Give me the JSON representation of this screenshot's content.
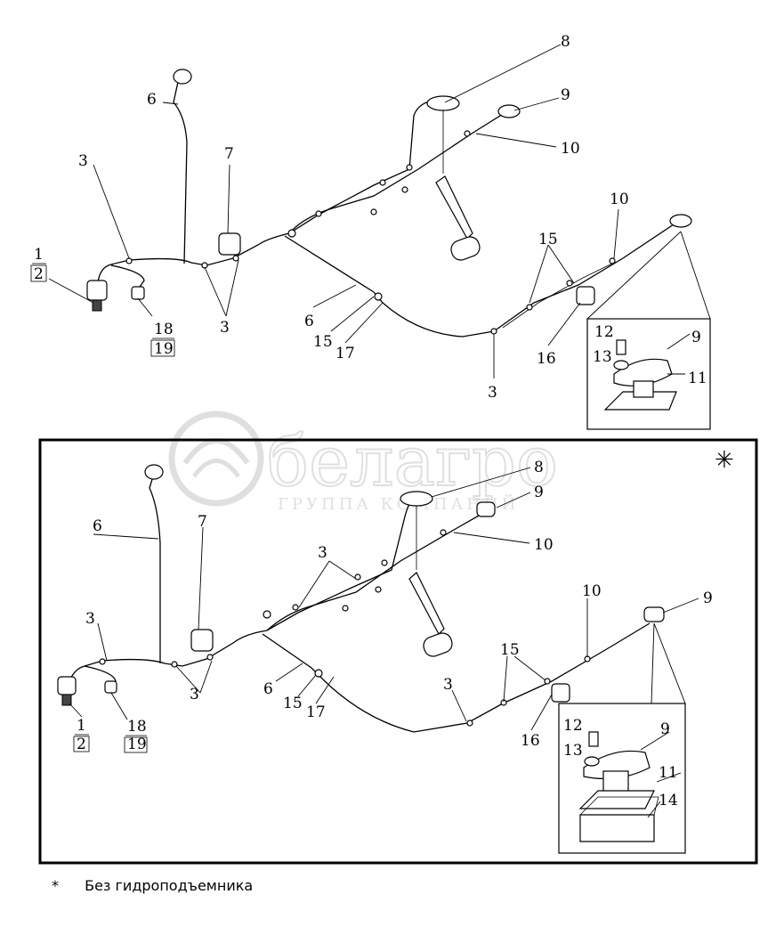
{
  "callouts_top": {
    "c1": "1",
    "c2": "2",
    "c3a": "3",
    "c3b": "3",
    "c3c": "3",
    "c6a": "6",
    "c6b": "6",
    "c7": "7",
    "c8": "8",
    "c9a": "9",
    "c9b": "9",
    "c10a": "10",
    "c10b": "10",
    "c11": "11",
    "c12": "12",
    "c13": "13",
    "c15a": "15",
    "c15b": "15",
    "c16": "16",
    "c17": "17",
    "c18": "18",
    "c19": "19"
  },
  "callouts_bottom": {
    "c1": "1",
    "c2": "2",
    "c3a": "3",
    "c3b": "3",
    "c3c": "3",
    "c3d": "3",
    "c6a": "6",
    "c6b": "6",
    "c7": "7",
    "c8": "8",
    "c9a": "9",
    "c9b": "9",
    "c9c": "9",
    "c10a": "10",
    "c10b": "10",
    "c11": "11",
    "c12": "12",
    "c13": "13",
    "c14": "14",
    "c15a": "15",
    "c15b": "15",
    "c16": "16",
    "c17": "17",
    "c18": "18",
    "c19": "19"
  },
  "variant_mark": "✳",
  "watermark": {
    "brand": "белагро",
    "subtitle": "ГРУППА КОМПАНИЙ"
  },
  "footnote": {
    "marker": "*",
    "text": "Без гидроподъемника"
  }
}
